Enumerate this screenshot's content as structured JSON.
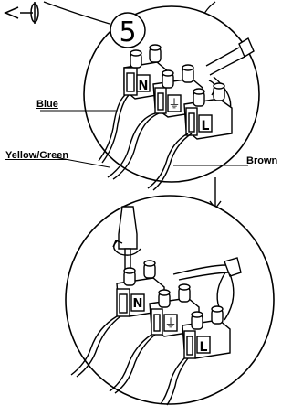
{
  "step": {
    "number": "5"
  },
  "wires": {
    "blue": "Blue",
    "yellow_green": "Yellow/Green",
    "brown": "Brown"
  },
  "terminals": {
    "neutral": "N",
    "earth": "⏚",
    "live": "L"
  },
  "icons": {
    "projection": "third-angle-projection-icon",
    "arrow": "down-arrow-icon",
    "rotation": "rotation-arrow-icon",
    "screwdriver": "screwdriver-icon"
  }
}
